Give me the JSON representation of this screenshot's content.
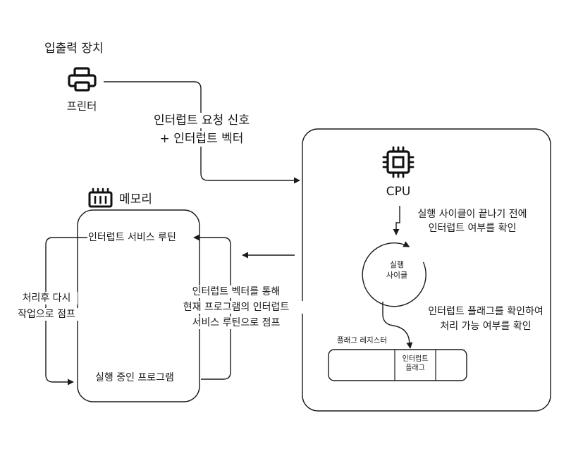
{
  "io": {
    "title": "입출력 장치",
    "printer_label": "프린터"
  },
  "request": {
    "line1": "인터럽트 요청 신호",
    "line2": "+ 인터럽트 벡터"
  },
  "cpu": {
    "label": "CPU",
    "note_line1": "실행 사이클이 끝나기 전에",
    "note_line2": "인터럽트 여부를 확인",
    "cycle_line1": "실행",
    "cycle_line2": "사이클",
    "flag_note_line1": "인터럽트 플래그를 확인하여",
    "flag_note_line2": "처리 가능 여부를 확인",
    "register_label": "플래그 레지스터",
    "flag_cell_line1": "인터럽트",
    "flag_cell_line2": "플래그"
  },
  "memory": {
    "title": "메모리",
    "isr": "인터럽트 서비스 루틴",
    "running": "실행 중인 프로그램",
    "left_note_line1": "처리후 다시",
    "left_note_line2": "작업으로 점프",
    "jump_line1": "인터럽트 벡터를 통해",
    "jump_line2": "현재 프로그램의 인터럽트",
    "jump_line3": "서비스 루틴으로 점프"
  }
}
